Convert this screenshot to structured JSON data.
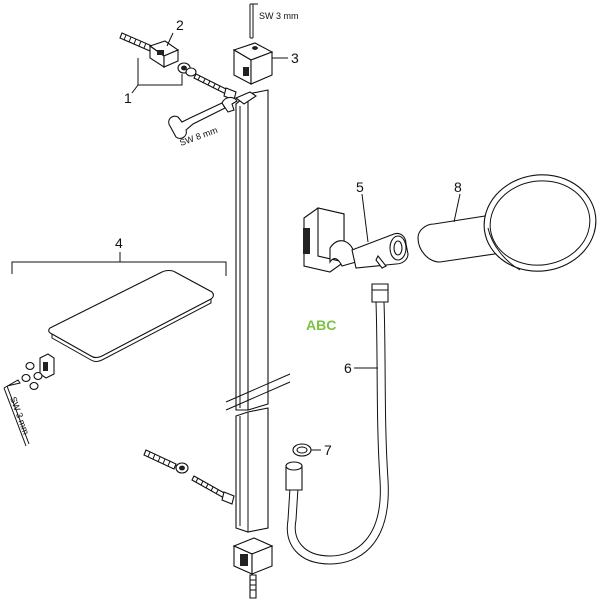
{
  "diagram": {
    "callouts": [
      "1",
      "2",
      "3",
      "4",
      "5",
      "6",
      "7",
      "8"
    ],
    "tool_labels": {
      "hex_key_top": "SW 3 mm",
      "wrench": "SW 8 mm",
      "hex_key_left": "SW 3 mm"
    },
    "watermark": "ABC",
    "colors": {
      "line": "#111111",
      "watermark": "#7cc242"
    }
  }
}
